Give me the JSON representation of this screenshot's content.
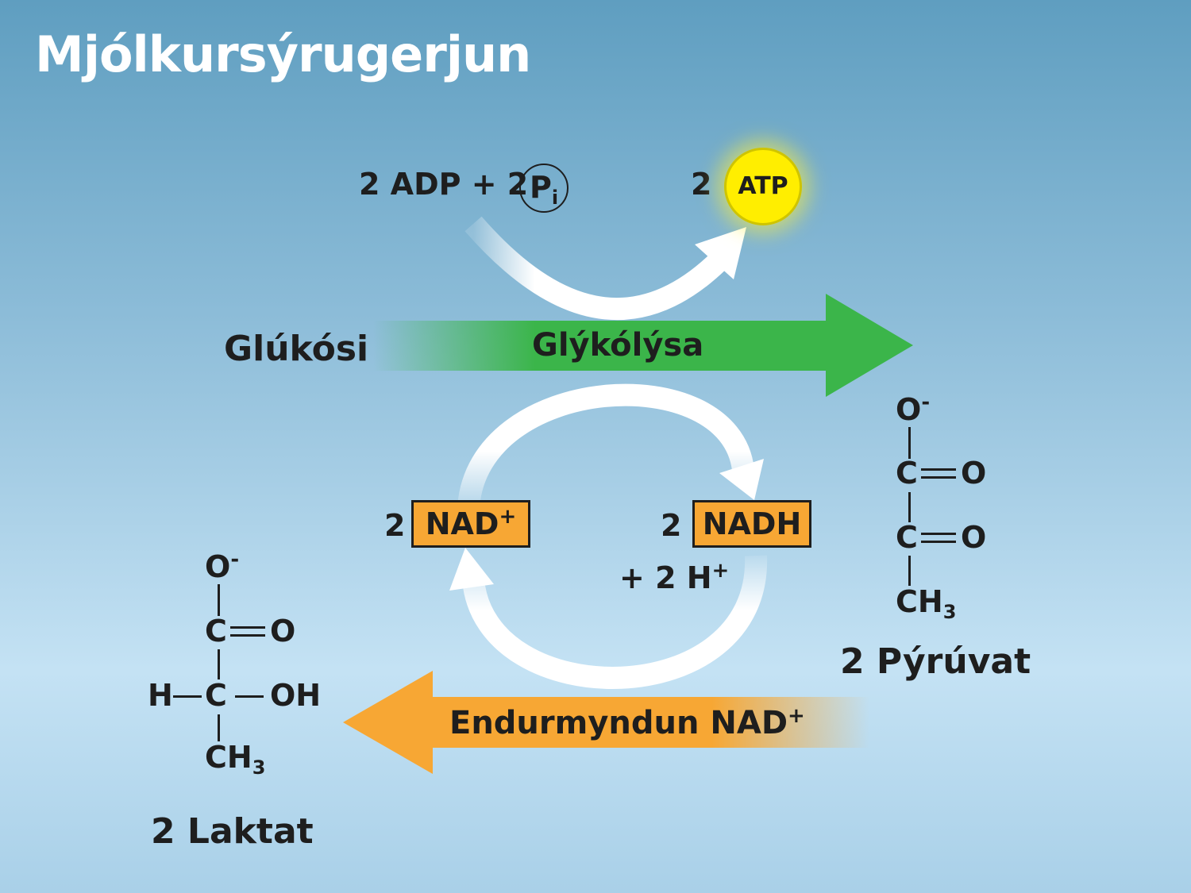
{
  "title": "Mjólkursýrugerjun",
  "top_reaction": {
    "input_prefix": "2 ADP + 2",
    "pi_symbol": "P",
    "pi_subscript": "i",
    "atp_count": "2",
    "atp_label": "ATP"
  },
  "main_pathway": {
    "substrate": "Glúkósi",
    "process": "Glýkólýsa",
    "arrow_color": "#3bb54a"
  },
  "cofactors": {
    "nad_count": "2",
    "nad_label": "NAD",
    "nad_charge": "+",
    "nadh_count": "2",
    "nadh_label": "NADH",
    "hydrogen_label": "+ 2 H",
    "hydrogen_charge": "+",
    "box_color": "#f7a734"
  },
  "pyruvate": {
    "name": "2 Pýrúvat",
    "atom_o_minus": "O",
    "o_charge": "-",
    "atom_c1": "C",
    "atom_o1": "O",
    "atom_c2": "C",
    "atom_o2": "O",
    "ch3": "CH",
    "ch3_sub": "3"
  },
  "regeneration": {
    "label": "Endurmyndun NAD",
    "charge": "+",
    "arrow_color": "#f7a734"
  },
  "lactate": {
    "name": "2 Laktat",
    "atom_o_minus": "O",
    "o_charge": "-",
    "atom_c1": "C",
    "atom_o1": "O",
    "atom_h": "H",
    "atom_c2": "C",
    "atom_oh": "OH",
    "ch3": "CH",
    "ch3_sub": "3"
  }
}
